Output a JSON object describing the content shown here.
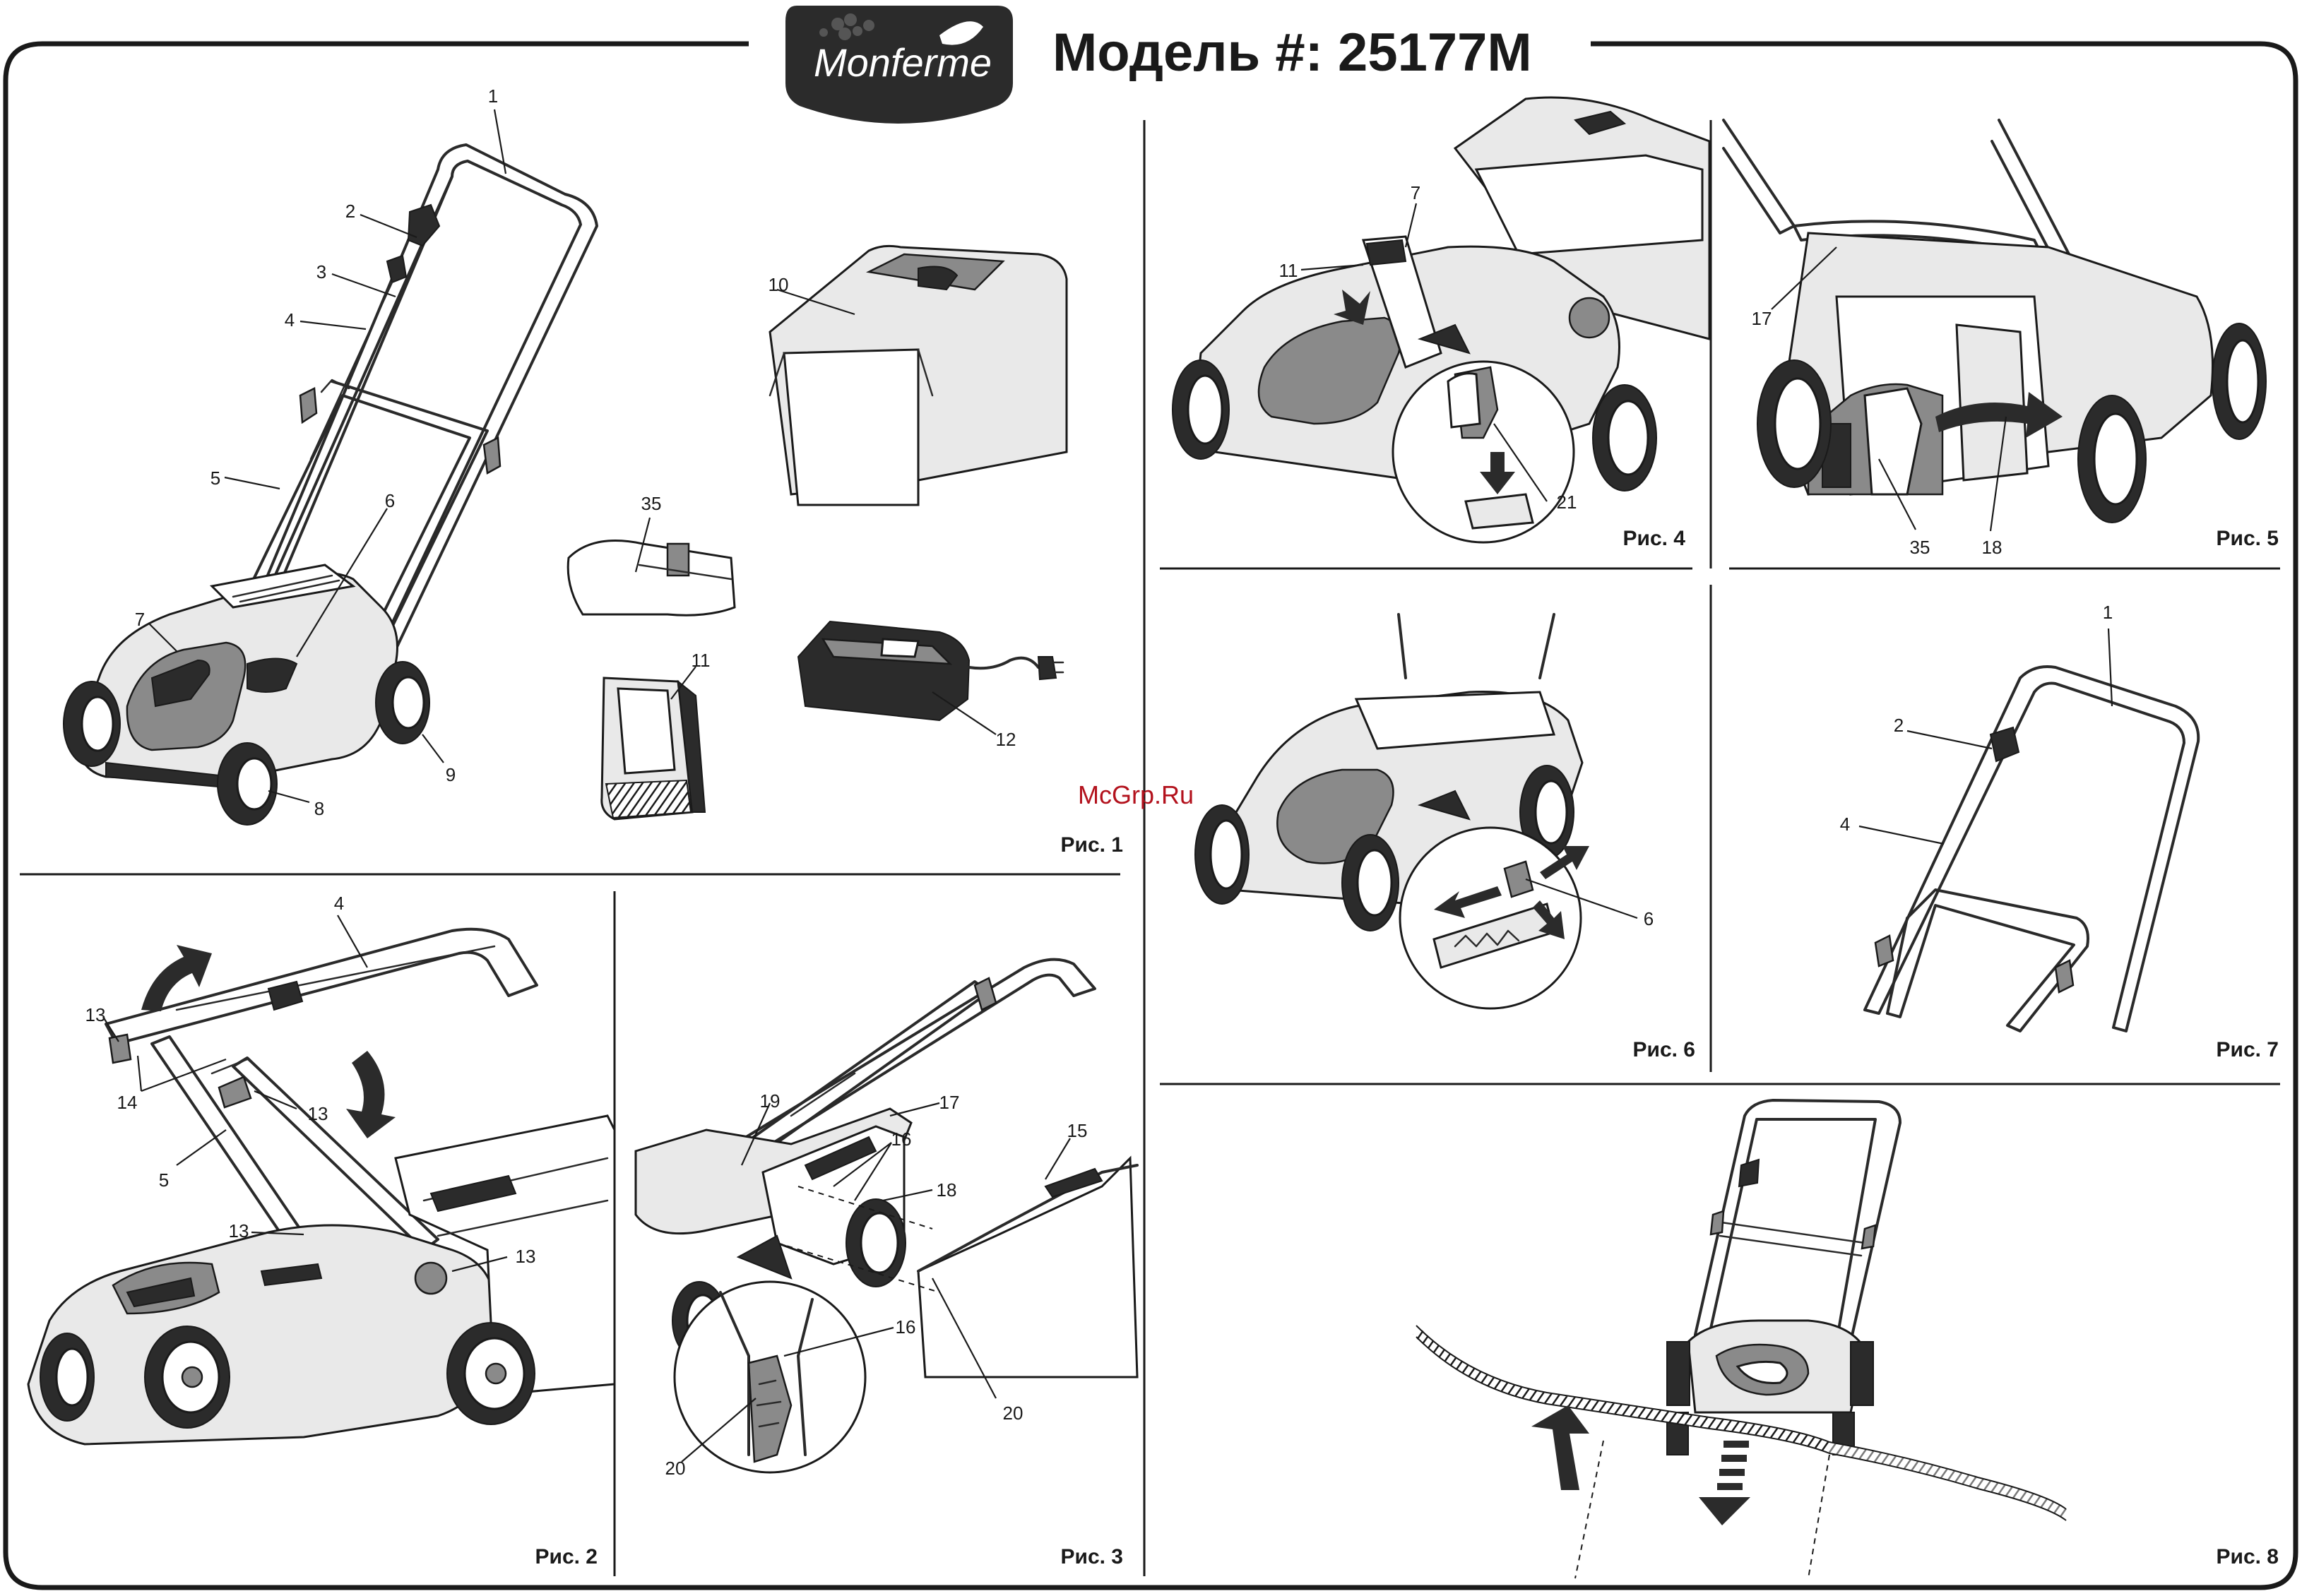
{
  "header": {
    "brand": "Monferme",
    "model_title": "Модель #: 25177M"
  },
  "watermark": "McGrp.Ru",
  "figures": [
    {
      "label": "Рис. 1",
      "callouts": [
        "1",
        "2",
        "3",
        "4",
        "5",
        "6",
        "7",
        "8",
        "9",
        "10",
        "11",
        "12",
        "35"
      ]
    },
    {
      "label": "Рис. 2",
      "callouts": [
        "4",
        "13",
        "14",
        "13",
        "5",
        "13",
        "13"
      ]
    },
    {
      "label": "Рис. 3",
      "callouts": [
        "19",
        "17",
        "16",
        "18",
        "15",
        "16",
        "20",
        "20"
      ]
    },
    {
      "label": "Рис. 4",
      "callouts": [
        "7",
        "11",
        "21"
      ]
    },
    {
      "label": "Рис. 5",
      "callouts": [
        "17",
        "35",
        "18"
      ]
    },
    {
      "label": "Рис. 6",
      "callouts": [
        "6"
      ]
    },
    {
      "label": "Рис. 7",
      "callouts": [
        "1",
        "2",
        "4"
      ]
    },
    {
      "label": "Рис. 8",
      "callouts": []
    }
  ]
}
